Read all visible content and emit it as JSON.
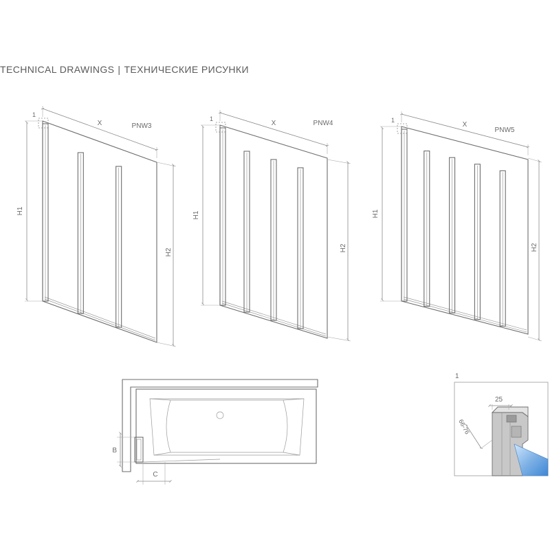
{
  "heading": {
    "en": "TECHNICAL DRAWINGS",
    "separator": "|",
    "ru": "ТЕХНИЧЕСКИЕ РИСУНКИ"
  },
  "drawings": [
    {
      "model": "PNW3",
      "panels": 3,
      "width_label": "X",
      "height_left_label": "H1",
      "height_right_label": "H2",
      "detail_ref": "1"
    },
    {
      "model": "PNW4",
      "panels": 4,
      "width_label": "X",
      "height_left_label": "H1",
      "height_right_label": "H2",
      "detail_ref": "1"
    },
    {
      "model": "PNW5",
      "panels": 5,
      "width_label": "X",
      "height_left_label": "H1",
      "height_right_label": "H2",
      "detail_ref": "1"
    }
  ],
  "plan_view": {
    "label_b": "B",
    "label_c": "C"
  },
  "detail": {
    "number": "1",
    "dim_width": "25",
    "dim_range": "66-76"
  },
  "colors": {
    "line": "#6d6d6d",
    "glass": "#7fb2e5"
  }
}
